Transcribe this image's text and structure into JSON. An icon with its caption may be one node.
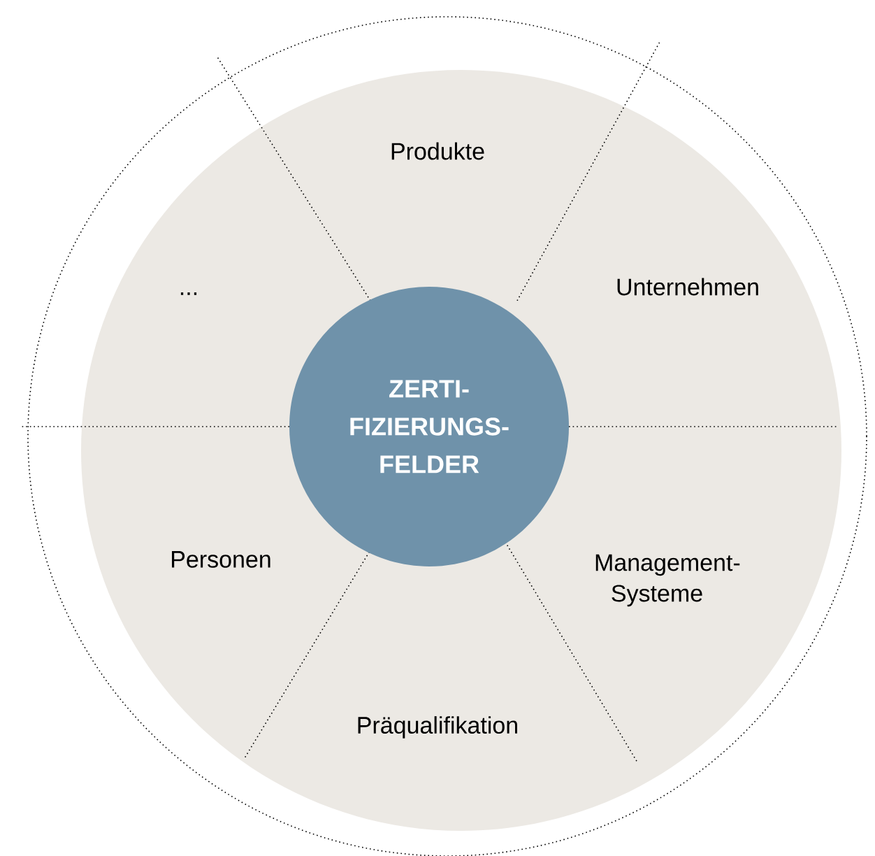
{
  "diagram": {
    "nodes": [
      {
        "text": [
          "ZERTI- FIZIERUNGS- FELDER"
        ]
      }
    ],
    "labels": [
      "Produkte",
      "...",
      "Unternehmen",
      "Personen",
      "Management- Systeme",
      "Präqualifikation"
    ]
  }
}
